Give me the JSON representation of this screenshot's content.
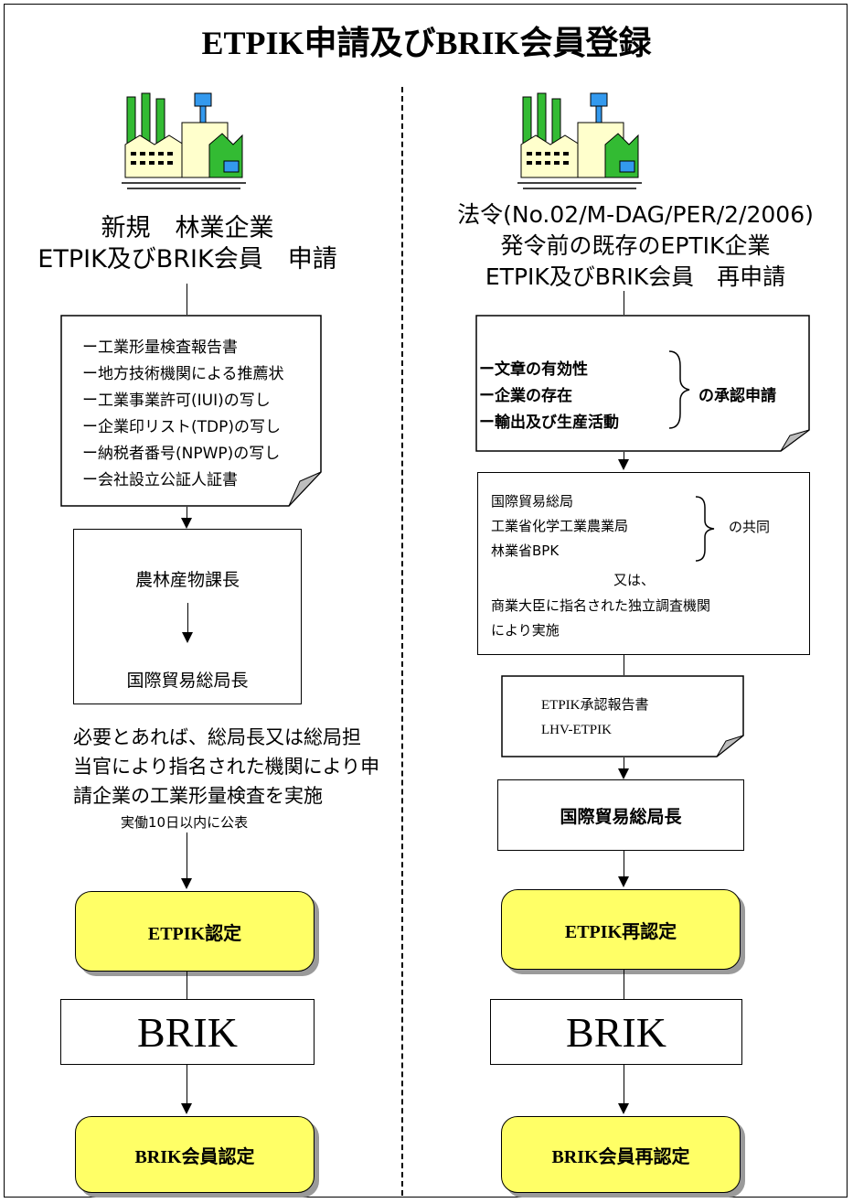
{
  "title": "ETPIK申請及びBRIK会員登録",
  "left": {
    "heading": [
      "新規　林業企業",
      "ETPIK及びBRIK会員　申請"
    ],
    "documents": [
      "ー工業形量検査報告書",
      "ー地方技術機関による推薦状",
      "ー工業事業許可(IUI)の写し",
      "ー企業印リスト(TDP)の写し",
      "ー納税者番号(NPWP)の写し",
      "ー会社設立公証人証書"
    ],
    "approval_top": "農林産物課長",
    "approval_bottom": "国際貿易総局長",
    "inspection_note": [
      "必要とあれば、総局長又は総局担",
      "当官により指名された機関により申",
      "請企業の工業形量検査を実施"
    ],
    "days_note": "実働10日以内に公表",
    "etpik_box": "ETPIK認定",
    "brik_box": "BRIK",
    "member_box": "BRIK会員認定"
  },
  "right": {
    "heading": [
      "法令(No.02/M-DAG/PER/2/2006)",
      "発令前の既存のEPTIK企業",
      "ETPIK及びBRIK会員　再申請"
    ],
    "items": [
      "ー文章の有効性",
      "ー企業の存在",
      "ー輸出及び生産活動"
    ],
    "items_suffix": "の承認申請",
    "agencies": [
      "国際貿易総局",
      "工業省化学工業農業局",
      "林業省BPK"
    ],
    "agencies_suffix": "の共同",
    "or_text": "又は、",
    "alt_lines": [
      "商業大臣に指名された独立調査機関",
      "により実施"
    ],
    "report_lines": [
      "ETPIK承認報告書",
      "LHV-ETPIK"
    ],
    "director_box": "国際貿易総局長",
    "etpik_box": "ETPIK再認定",
    "brik_box": "BRIK",
    "member_box": "BRIK会員再認定"
  },
  "colors": {
    "highlight": "#ffff66",
    "factory_green": "#33bb33",
    "factory_cream": "#ffffcc",
    "water_tower": "#3399ee"
  }
}
